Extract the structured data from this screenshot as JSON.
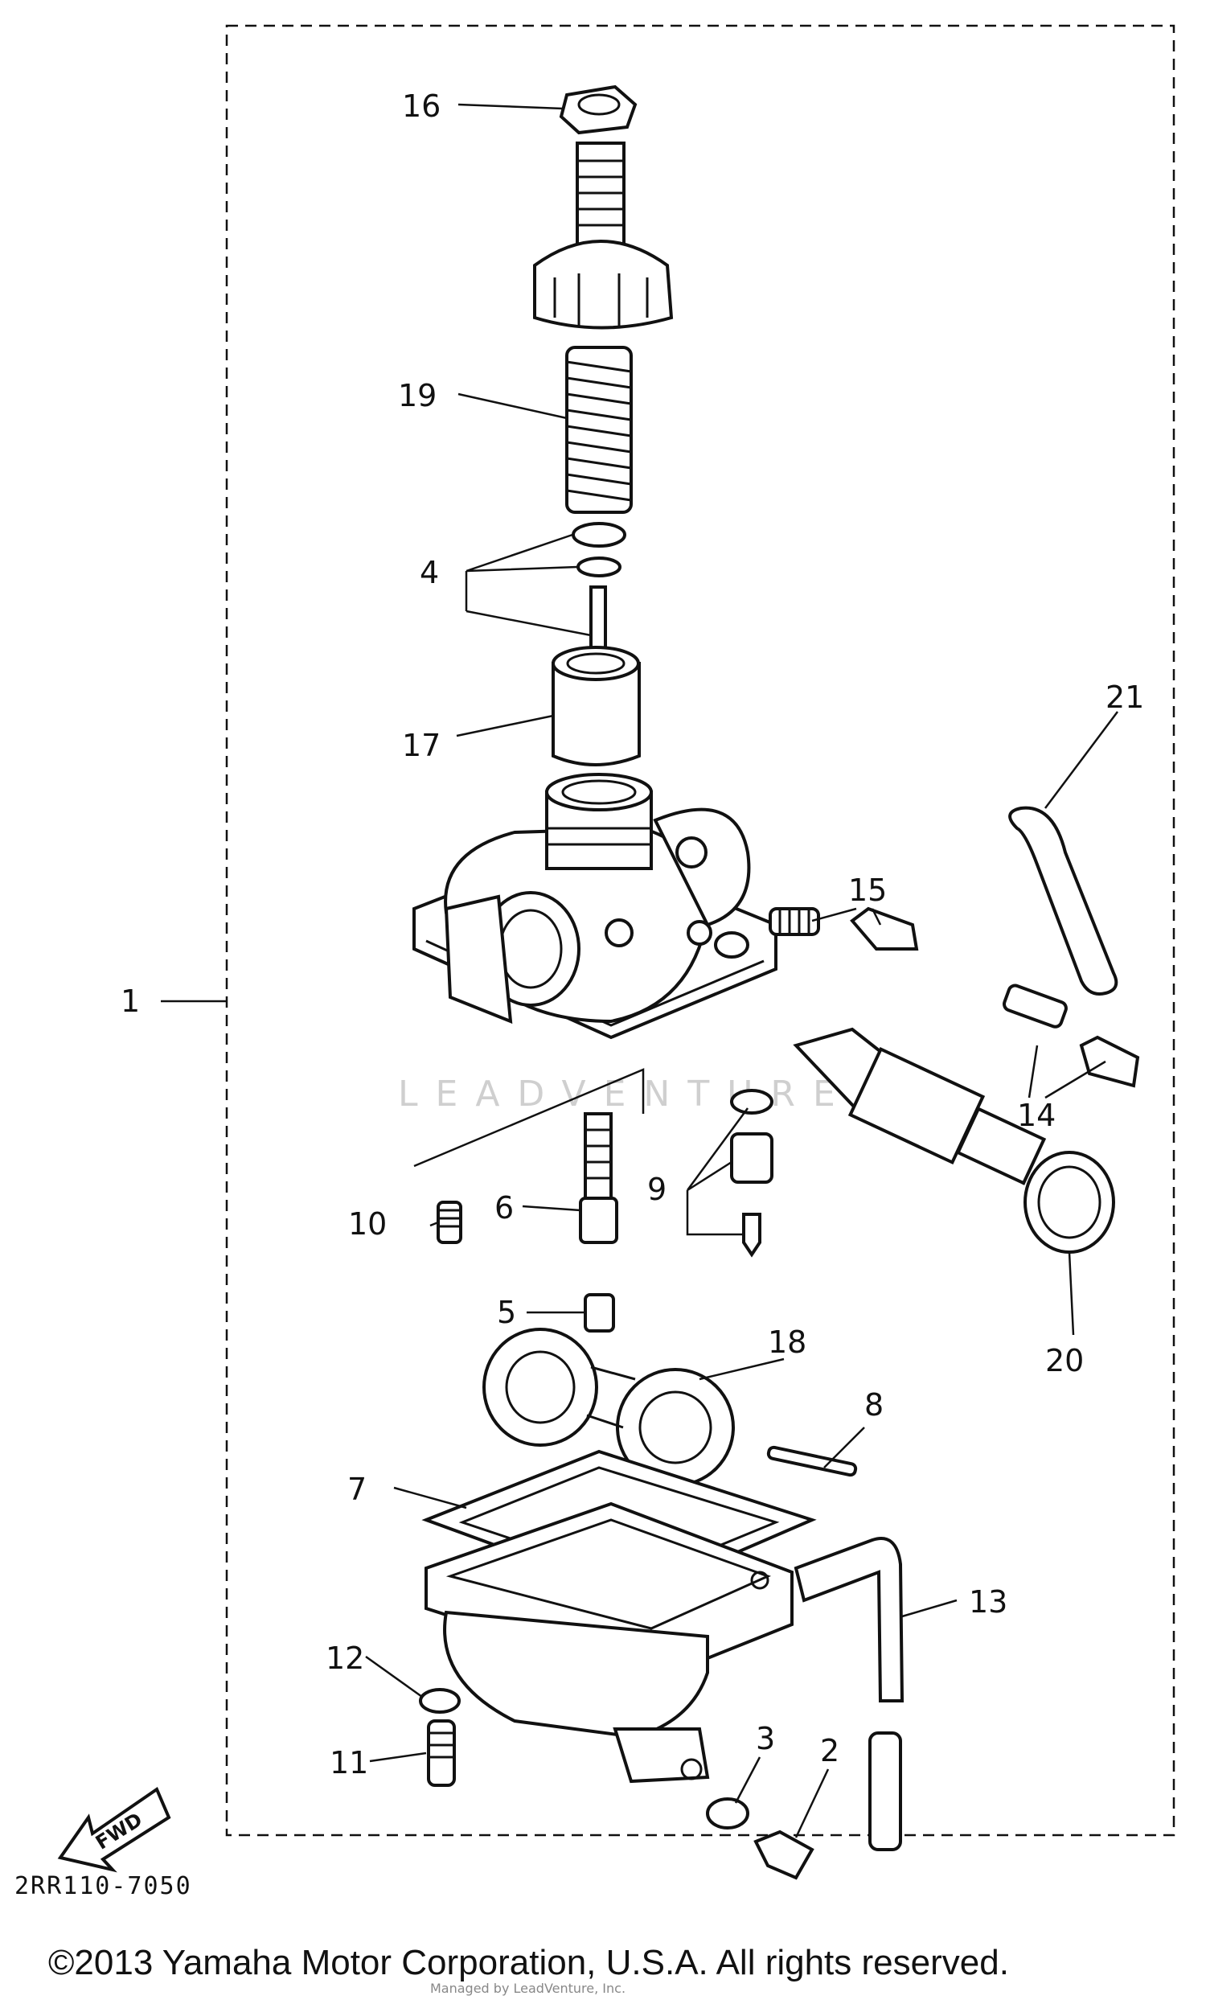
{
  "diagram": {
    "callouts": [
      "16",
      "19",
      "4",
      "17",
      "21",
      "15",
      "1",
      "14",
      "10",
      "6",
      "9",
      "5",
      "20",
      "18",
      "8",
      "7",
      "13",
      "12",
      "3",
      "2",
      "11"
    ],
    "fwd_label": "FWD",
    "part_code": "2RR110-7050",
    "watermark": "LEADVENTURE",
    "credit": "Managed by LeadVenture, Inc.",
    "copyright": "©2013 Yamaha Motor Corporation, U.S.A. All rights reserved."
  }
}
